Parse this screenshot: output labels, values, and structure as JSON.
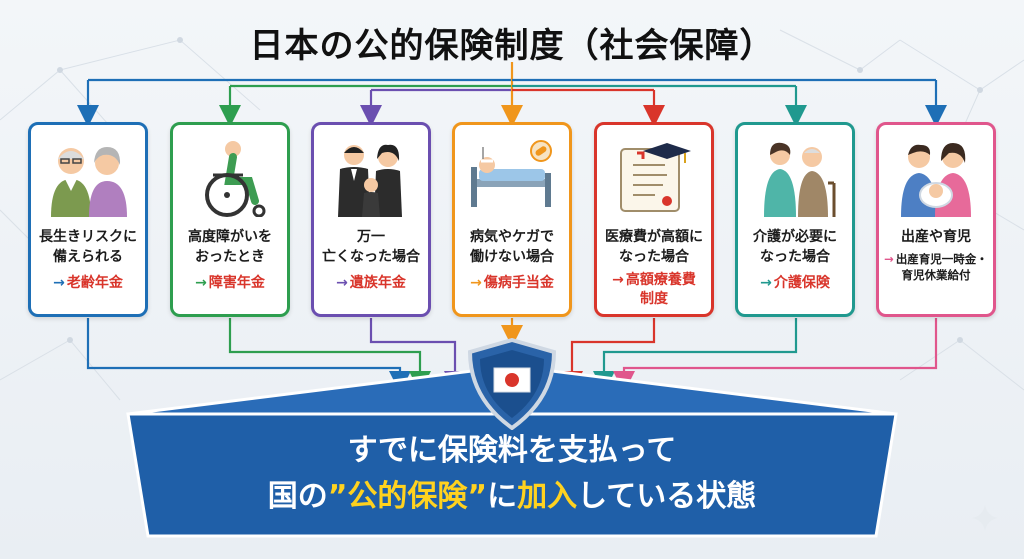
{
  "title": "日本の公的保険制度（社会保障）",
  "colors": {
    "blue": "#1e6fb6",
    "green": "#2e9e4f",
    "purple": "#6b4fb0",
    "orange": "#f0961c",
    "red": "#d9352b",
    "teal": "#20998f",
    "pink": "#e0568c",
    "banner": "#1f5fa8",
    "highlight": "#ffd21f"
  },
  "cards": [
    {
      "icon": "elderly-couple-icon",
      "lines": [
        "長生きリスクに",
        "備えられる"
      ],
      "result": [
        "老齢年金"
      ]
    },
    {
      "icon": "wheelchair-icon",
      "lines": [
        "高度障がいを",
        "おったとき"
      ],
      "result": [
        "障害年金"
      ]
    },
    {
      "icon": "mourning-family-icon",
      "lines": [
        "万一",
        "亡くなった場合"
      ],
      "result": [
        "遺族年金"
      ]
    },
    {
      "icon": "hospital-bed-icon",
      "lines": [
        "病気やケガで",
        "働けない場合"
      ],
      "result": [
        "傷病手当金"
      ]
    },
    {
      "icon": "medical-certificate-icon",
      "lines": [
        "医療費が高額に",
        "なった場合"
      ],
      "result": [
        "高額療養費",
        "制度"
      ]
    },
    {
      "icon": "caregiver-icon",
      "lines": [
        "介護が必要に",
        "なった場合"
      ],
      "result": [
        "介護保険"
      ]
    },
    {
      "icon": "parents-baby-icon",
      "lines": [
        "出産や育児"
      ],
      "result": [
        "出産育児一時金・",
        "育児休業給付"
      ]
    }
  ],
  "arrow_symbol": "→",
  "banner": {
    "line1": "すでに保険料を支払って",
    "line2_pre": "国の",
    "line2_highlight_a": "”公的保険”",
    "line2_mid": "に",
    "line2_highlight_b": "加入",
    "line2_post": "している状態"
  }
}
